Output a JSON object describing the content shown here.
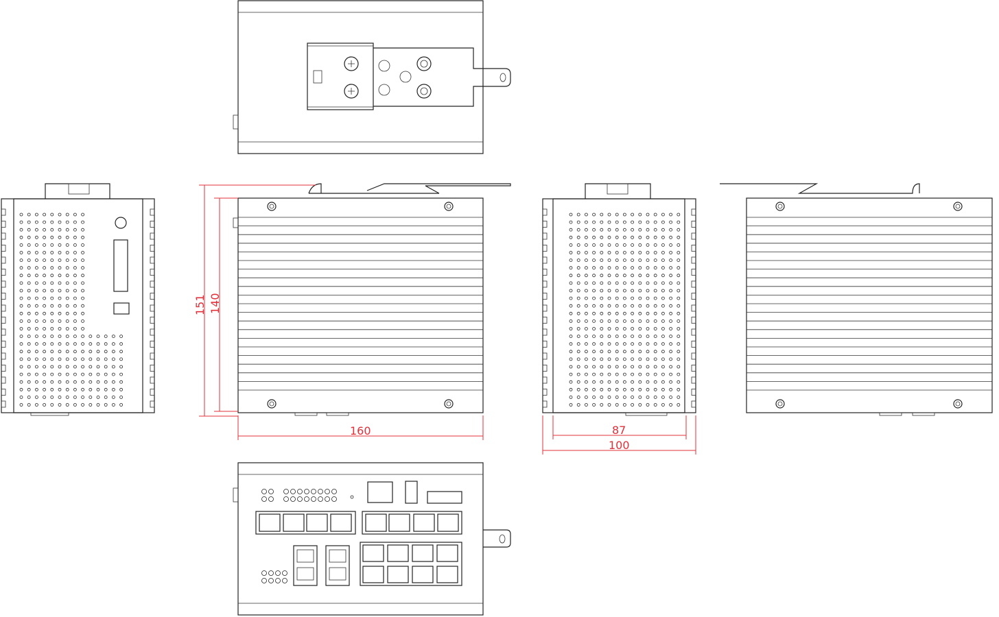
{
  "title": "Industrial Ethernet switch dimensional drawing",
  "views": [
    "top-view",
    "left-side-view",
    "front-view",
    "right-side-view",
    "rear-view",
    "bottom-port-view"
  ],
  "dimensions": {
    "height_overall": "151",
    "height_body": "140",
    "width_front": "160",
    "depth_body": "87",
    "depth_overall": "100"
  },
  "colors": {
    "dimension": "#e0303a",
    "outline": "#222222"
  }
}
